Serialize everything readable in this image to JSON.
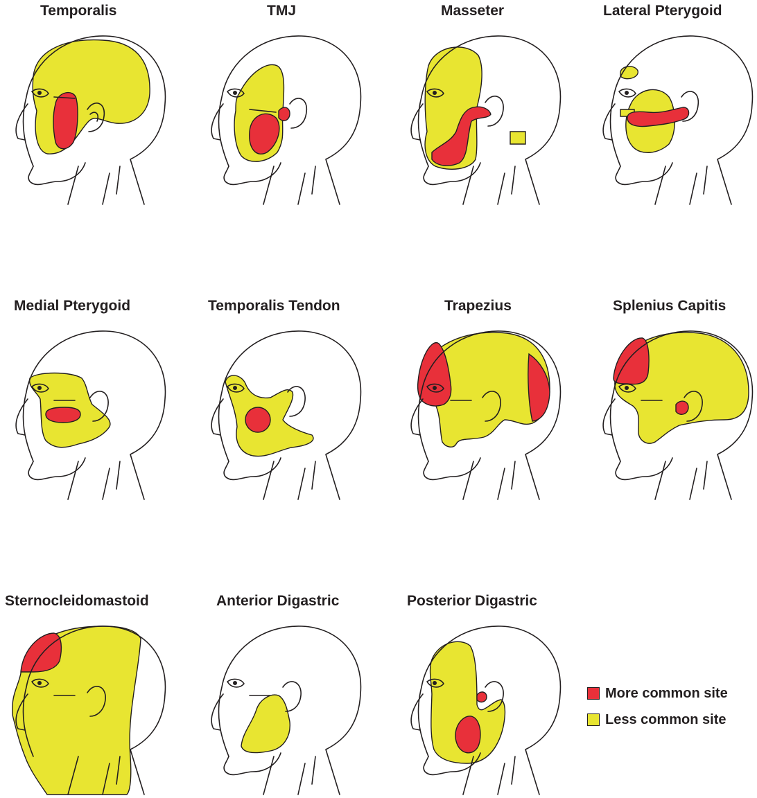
{
  "colors": {
    "more": "#e8303a",
    "less": "#e8e531",
    "line": "#231f20"
  },
  "panels": [
    {
      "title": "Temporalis",
      "icon": "head-temporalis"
    },
    {
      "title": "TMJ",
      "icon": "head-tmj"
    },
    {
      "title": "Masseter",
      "icon": "head-masseter"
    },
    {
      "title": "Lateral Pterygoid",
      "icon": "head-lateral-pterygoid"
    },
    {
      "title": "Medial Pterygoid",
      "icon": "head-medial-pterygoid"
    },
    {
      "title": "Temporalis Tendon",
      "icon": "head-temporalis-tendon"
    },
    {
      "title": "Trapezius",
      "icon": "head-trapezius"
    },
    {
      "title": "Splenius Capitis",
      "icon": "head-splenius-capitis"
    },
    {
      "title": "Sternocleidomastoid",
      "icon": "head-sternocleidomastoid"
    },
    {
      "title": "Anterior Digastric",
      "icon": "head-anterior-digastric"
    },
    {
      "title": "Posterior Digastric",
      "icon": "head-posterior-digastric"
    }
  ],
  "legend": {
    "more_label": "More common site",
    "less_label": "Less common site"
  }
}
